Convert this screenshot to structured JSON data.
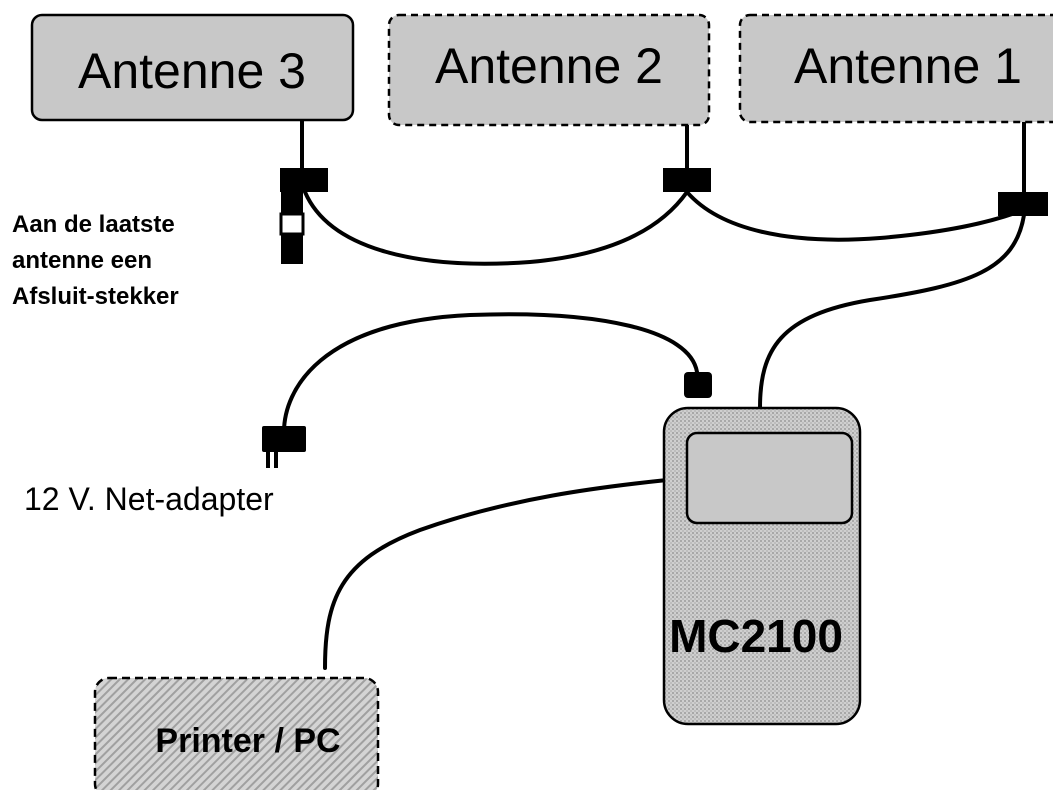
{
  "antennas": [
    {
      "label": "Antenne 3",
      "style": "solid"
    },
    {
      "label": "Antenne 2",
      "style": "dashed"
    },
    {
      "label": "Antenne 1",
      "style": "dashed"
    }
  ],
  "terminator_note": {
    "lines": [
      "Aan de laatste",
      "antenne een",
      "Afsluit-stekker"
    ]
  },
  "power_adapter": {
    "label": "12 V. Net-adapter"
  },
  "device": {
    "label": "MC2100"
  },
  "printer": {
    "label": "Printer / PC"
  },
  "colors": {
    "box_fill": "#c8c8c8",
    "line": "#000000",
    "background": "#ffffff"
  }
}
